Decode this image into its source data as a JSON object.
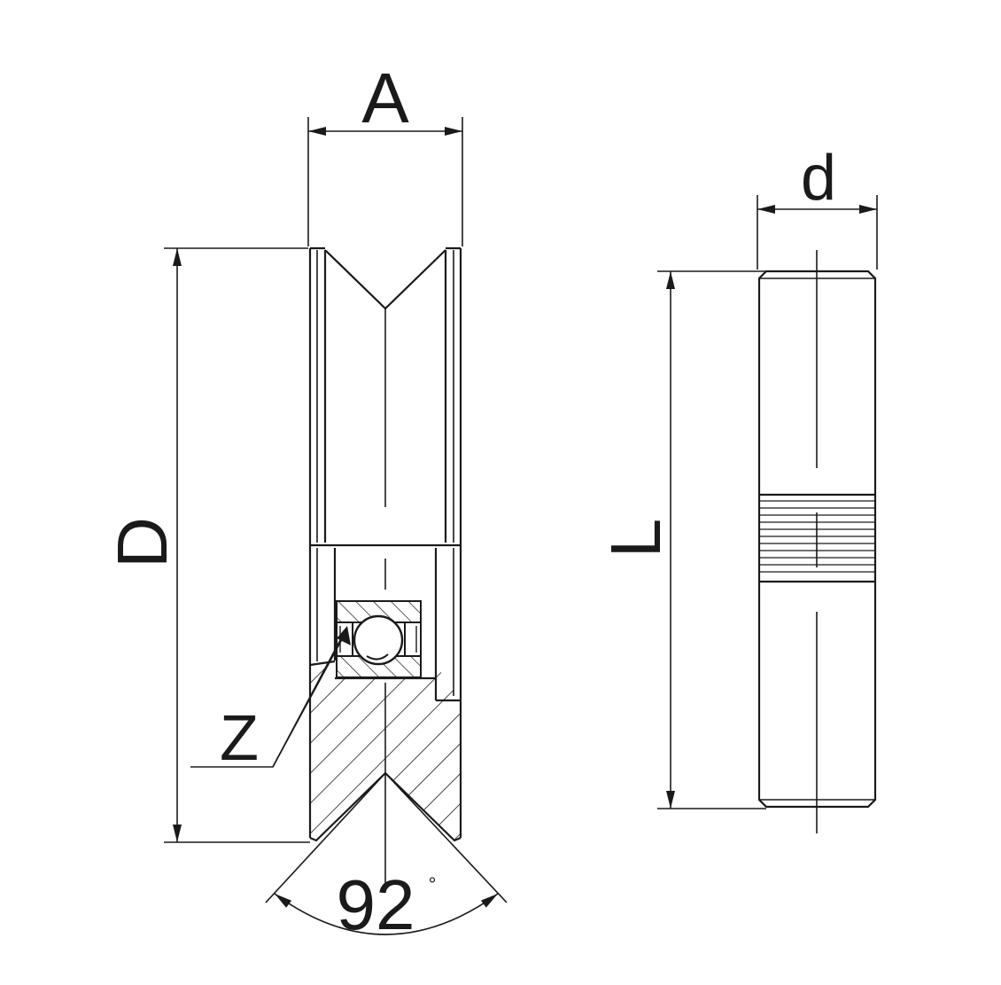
{
  "labels": {
    "width_a": "A",
    "outer_diameter": "D",
    "bearing_code": "Z",
    "groove_angle": "92",
    "degree_mark": "°",
    "shaft_diameter": "d",
    "shaft_length": "L"
  },
  "colors": {
    "line": "#1a1a1a",
    "background": "#ffffff"
  }
}
